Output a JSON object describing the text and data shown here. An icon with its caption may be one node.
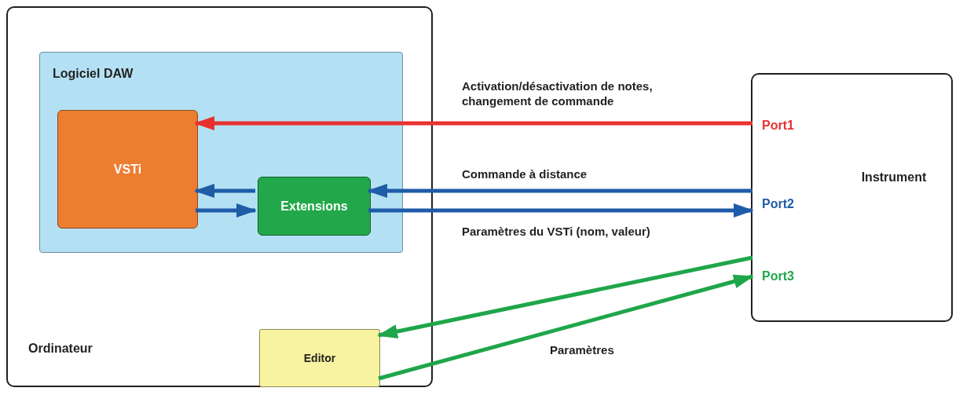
{
  "diagram": {
    "nodes": [
      {
        "text": [
          "Ordinateur"
        ]
      },
      {
        "text": [
          "Logiciel DAW"
        ],
        "in": 0
      },
      {
        "text": [
          "VSTi"
        ],
        "in": 1
      },
      {
        "text": [
          "Extensions"
        ],
        "in": 1
      },
      {
        "text": [
          "Editor"
        ],
        "in": 0
      },
      {
        "text": [
          "Instrument"
        ]
      },
      {
        "text": [
          "Port1"
        ],
        "in": 5
      },
      {
        "text": [
          "Port2"
        ],
        "in": 5
      },
      {
        "text": [
          "Port3"
        ],
        "in": 5
      }
    ],
    "edges": [
      {
        "from": 6,
        "to": 2,
        "arrow": "to",
        "color": "#e8312f",
        "label": "Activation/désactivation de notes, changement de commande"
      },
      {
        "from": 7,
        "to": 3,
        "arrow": "to",
        "label": "Commande à distance"
      },
      {
        "from": 3,
        "to": 2,
        "arrow": "to"
      },
      {
        "from": 2,
        "to": 3,
        "arrow": "to"
      },
      {
        "from": 3,
        "to": 7,
        "arrow": "to",
        "label": "Paramètres du VSTi (nom, valeur)"
      },
      {
        "from": 8,
        "to": 4,
        "arrow": "to",
        "color": "#1fa64a"
      },
      {
        "from": 4,
        "to": 8,
        "arrow": "to",
        "color": "#1fa64a",
        "label": "Paramètres"
      }
    ]
  }
}
